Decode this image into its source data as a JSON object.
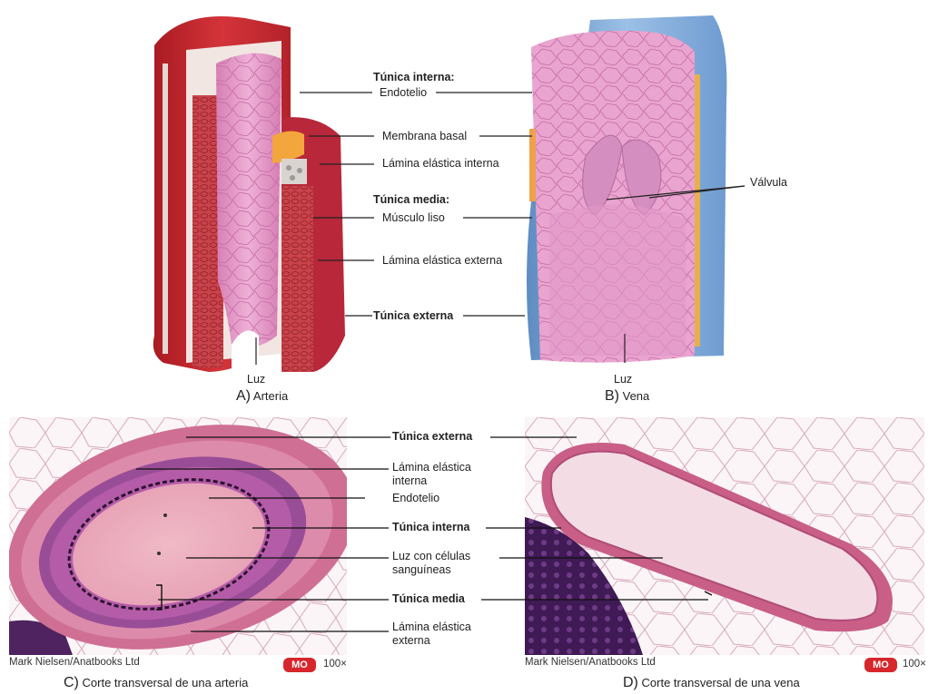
{
  "top_labels": {
    "tunica_interna": "Túnica interna:",
    "endotelio": "Endotelio",
    "membrana_basal": "Membrana basal",
    "lamina_elastica_interna": "Lámina elástica interna",
    "tunica_media": "Túnica media:",
    "musculo_liso": "Músculo liso",
    "lamina_elastica_externa": "Lámina elástica externa",
    "tunica_externa": "Túnica externa",
    "valvula": "Válvula",
    "luz_a": "Luz",
    "luz_b": "Luz"
  },
  "captions": {
    "a_letter": "A)",
    "a_text": "Arteria",
    "b_letter": "B)",
    "b_text": "Vena",
    "c_letter": "C)",
    "c_text": "Corte transversal de una arteria",
    "d_letter": "D)",
    "d_text": "Corte transversal de una vena"
  },
  "bottom_labels": {
    "tunica_externa": "Túnica externa",
    "lamina_elastica_interna": "Lámina elástica interna",
    "endotelio": "Endotelio",
    "tunica_interna": "Túnica interna",
    "luz_celulas": "Luz con células sanguíneas",
    "tunica_media": "Túnica media",
    "lamina_elastica_externa": "Lámina elástica externa"
  },
  "credits": {
    "left": "Mark Nielsen/Anatbooks Ltd",
    "right": "Mark Nielsen/Anatbooks Ltd",
    "badge": "MO",
    "magnification": "100×"
  },
  "colors": {
    "artery_red": "#c8242c",
    "vein_blue": "#6f9ccf",
    "intima_pink": "#e79ac7",
    "stain_pink": "#d9789b",
    "stain_purple": "#6a2a7a"
  }
}
